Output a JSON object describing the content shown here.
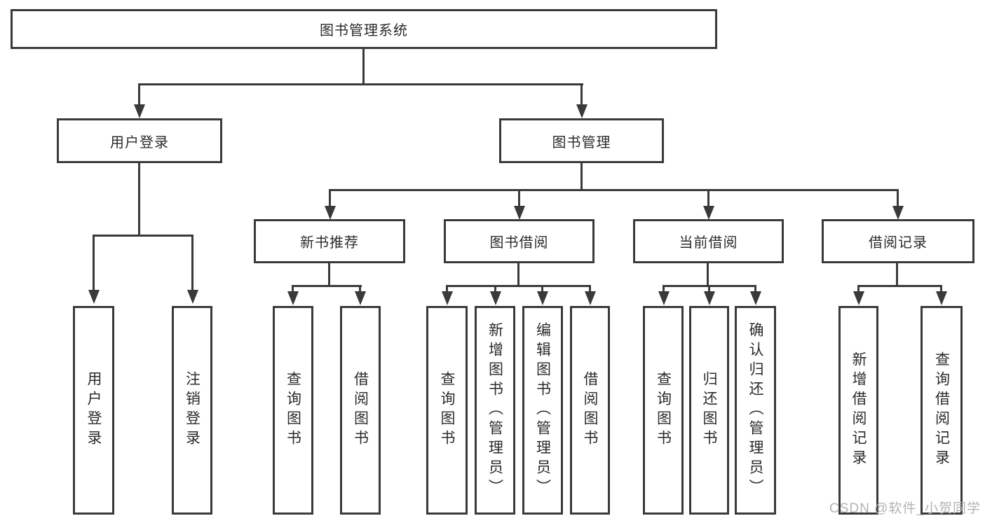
{
  "diagram": {
    "root": {
      "label": "图书管理系统"
    },
    "level2": [
      {
        "label": "用户登录"
      },
      {
        "label": "图书管理"
      }
    ],
    "level3": [
      {
        "label": "新书推荐"
      },
      {
        "label": "图书借阅"
      },
      {
        "label": "当前借阅"
      },
      {
        "label": "借阅记录"
      }
    ],
    "leaves": [
      {
        "label": "用户登录"
      },
      {
        "label": "注销登录"
      },
      {
        "label": "查询图书"
      },
      {
        "label": "借阅图书"
      },
      {
        "label": "查询图书"
      },
      {
        "label": "新增图书（管理员）"
      },
      {
        "label": "编辑图书（管理员）"
      },
      {
        "label": "借阅图书"
      },
      {
        "label": "查询图书"
      },
      {
        "label": "归还图书"
      },
      {
        "label": "确认归还（管理员）"
      },
      {
        "label": "新增借阅记录"
      },
      {
        "label": "查询借阅记录"
      }
    ]
  },
  "watermark": {
    "text": "CSDN @软件_小贺同学"
  },
  "colors": {
    "line": "#3a3a3a",
    "text": "#2b2b2b",
    "box_background": "#ffffff",
    "watermark": "#b3b3b3",
    "background": "#ffffff"
  }
}
